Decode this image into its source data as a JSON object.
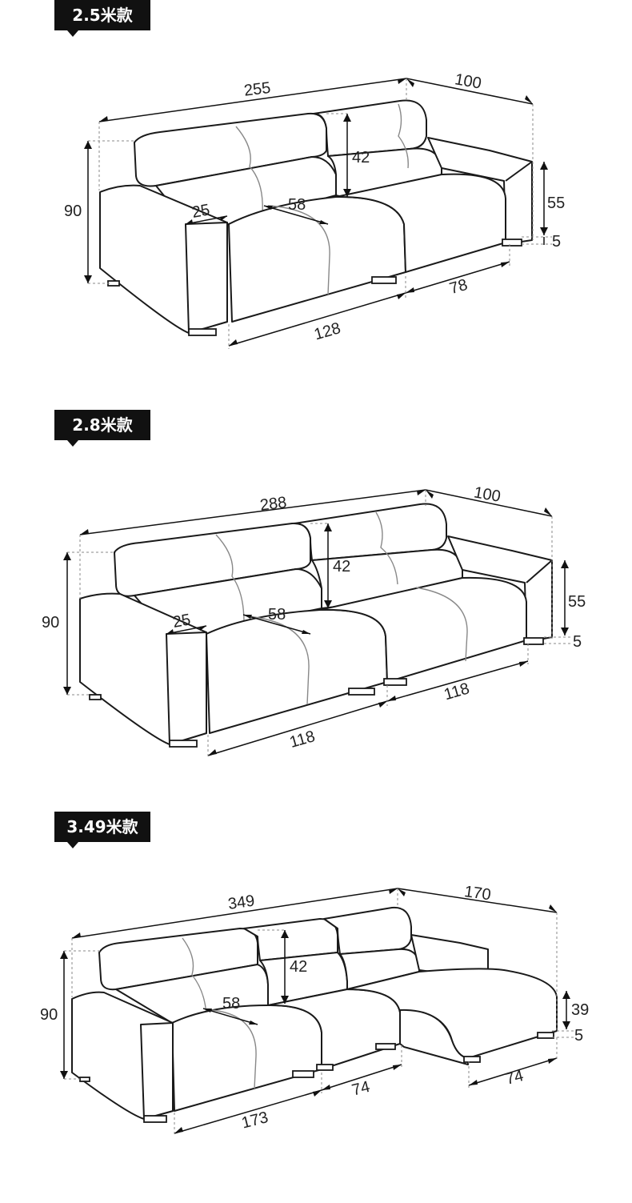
{
  "sections": [
    {
      "title": "2.5米款",
      "dims": {
        "length": "255",
        "depth": "100",
        "height": "90",
        "back": "42",
        "seat_height": "55",
        "leg": "5",
        "arm": "25",
        "seat_depth": "58",
        "cushion_left": "128",
        "cushion_right": "78"
      }
    },
    {
      "title": "2.8米款",
      "dims": {
        "length": "288",
        "depth": "100",
        "height": "90",
        "back": "42",
        "seat_height": "55",
        "leg": "5",
        "arm": "25",
        "seat_depth": "58",
        "cushion_left": "118",
        "cushion_right": "118"
      }
    },
    {
      "title": "3.49米款",
      "dims": {
        "length": "349",
        "depth": "170",
        "height": "90",
        "back": "42",
        "seat_height": "39",
        "leg": "5",
        "seat_depth": "58",
        "cushion_left": "173",
        "cushion_mid": "74",
        "chaise_width": "74"
      }
    }
  ]
}
